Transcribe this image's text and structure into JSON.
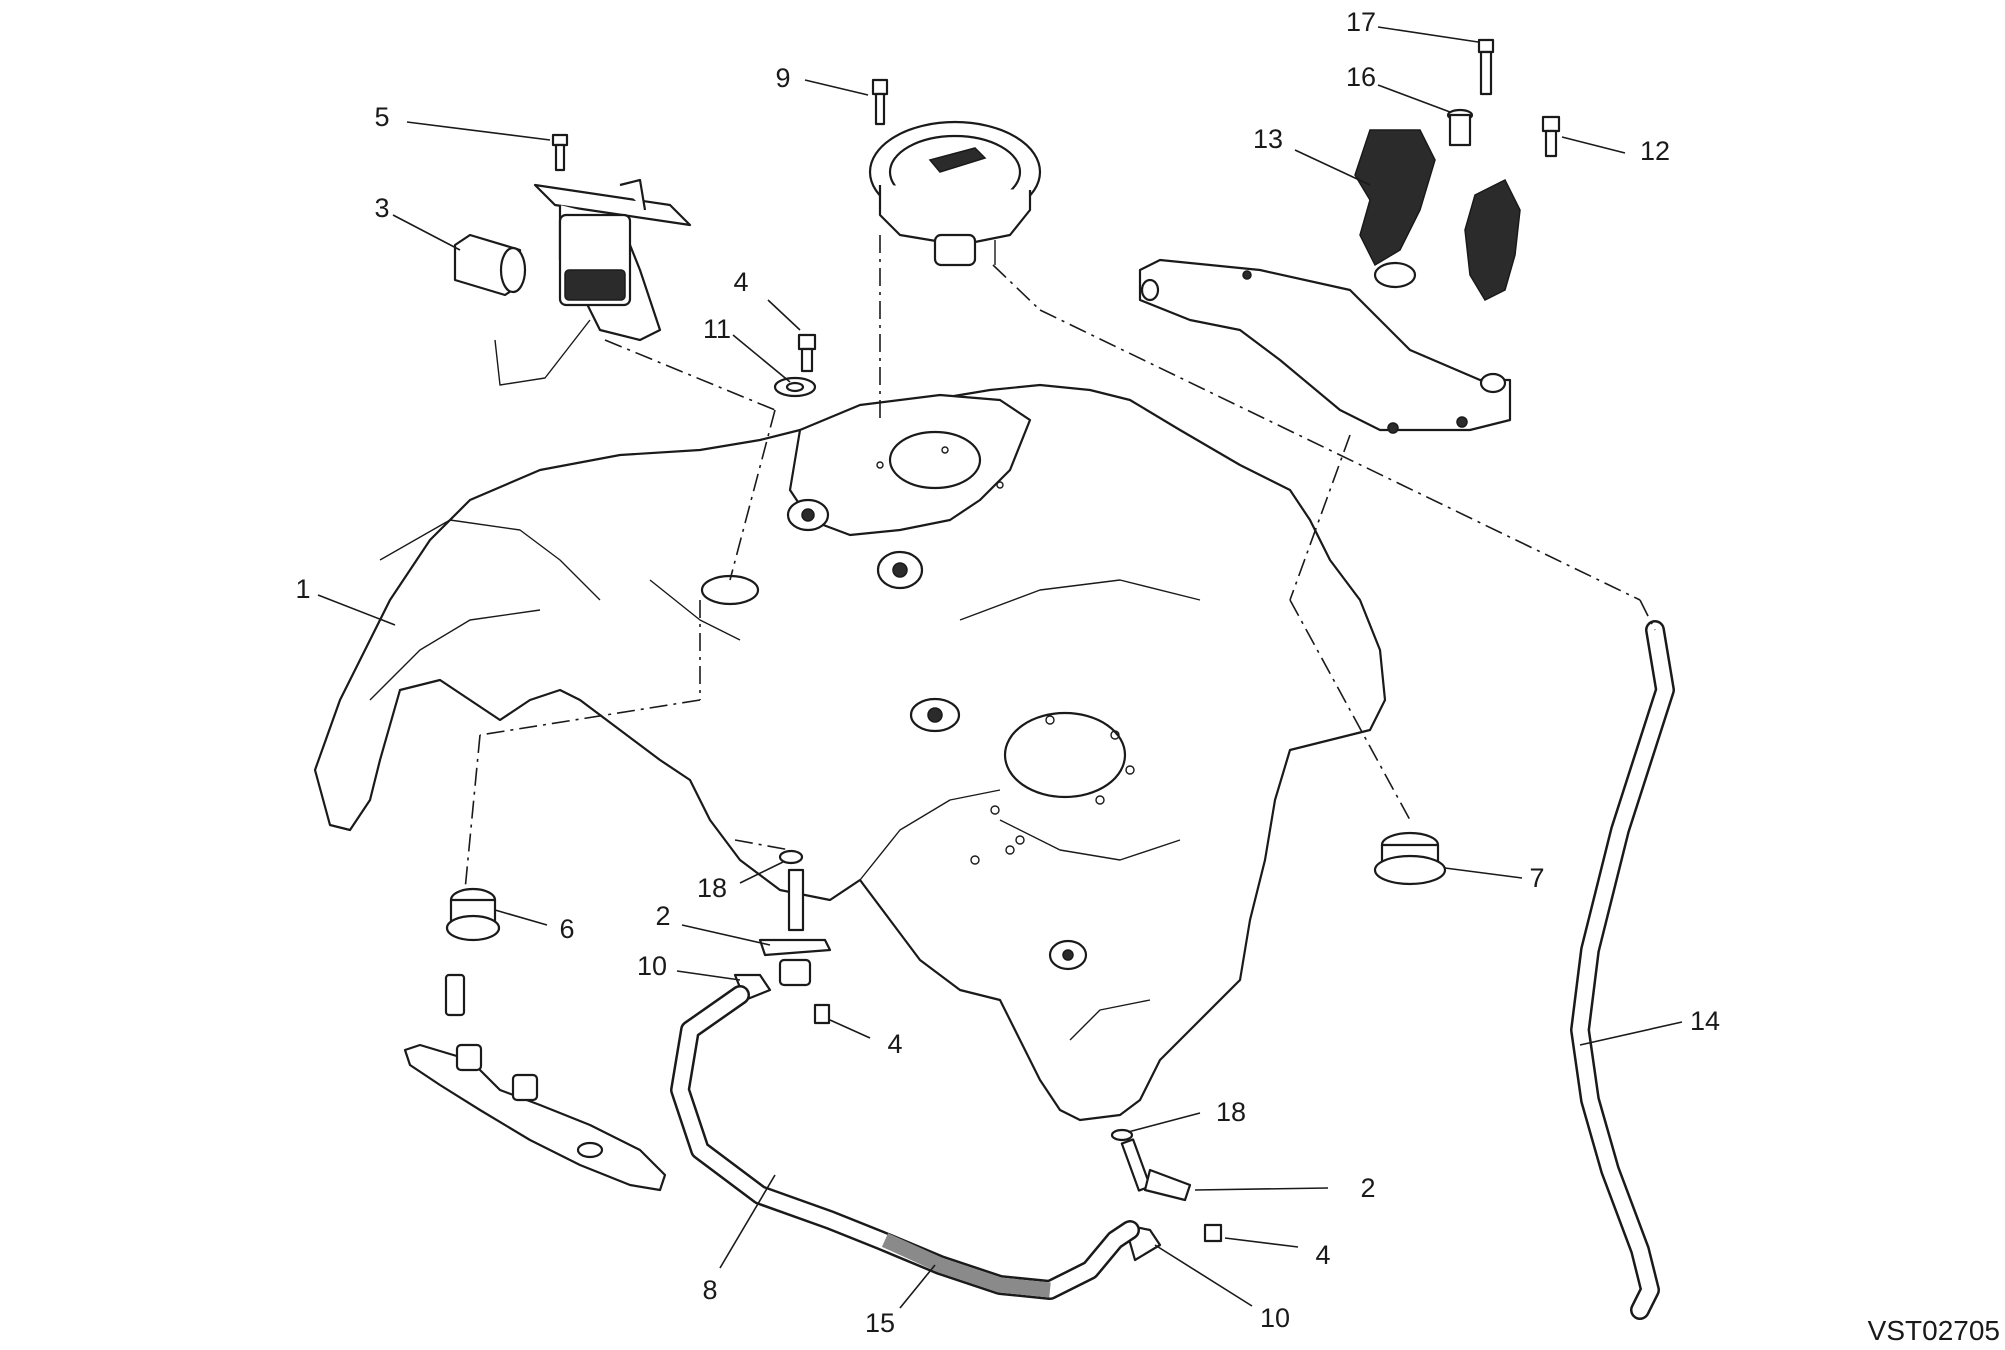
{
  "diagram": {
    "reference_code": "VST02705",
    "callouts": [
      {
        "id": "c1",
        "label": "1"
      },
      {
        "id": "c2a",
        "label": "2"
      },
      {
        "id": "c2b",
        "label": "2"
      },
      {
        "id": "c3",
        "label": "3"
      },
      {
        "id": "c4a",
        "label": "4"
      },
      {
        "id": "c4b",
        "label": "4"
      },
      {
        "id": "c4c",
        "label": "4"
      },
      {
        "id": "c5",
        "label": "5"
      },
      {
        "id": "c6",
        "label": "6"
      },
      {
        "id": "c7",
        "label": "7"
      },
      {
        "id": "c8",
        "label": "8"
      },
      {
        "id": "c9",
        "label": "9"
      },
      {
        "id": "c10a",
        "label": "10"
      },
      {
        "id": "c10b",
        "label": "10"
      },
      {
        "id": "c11",
        "label": "11"
      },
      {
        "id": "c12",
        "label": "12"
      },
      {
        "id": "c13",
        "label": "13"
      },
      {
        "id": "c14",
        "label": "14"
      },
      {
        "id": "c15",
        "label": "15"
      },
      {
        "id": "c16",
        "label": "16"
      },
      {
        "id": "c17",
        "label": "17"
      },
      {
        "id": "c18a",
        "label": "18"
      },
      {
        "id": "c18b",
        "label": "18"
      }
    ]
  }
}
